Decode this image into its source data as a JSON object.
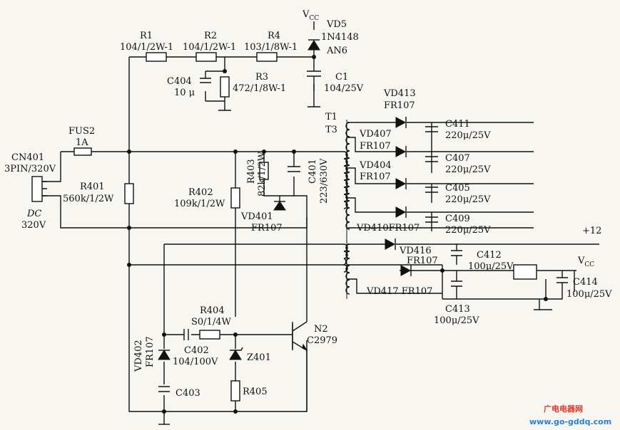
{
  "labels": {
    "vcc_top": "V",
    "vcc_sub": "CC",
    "vd5": "VD5",
    "in4148": "1N4148",
    "an6": "AN6",
    "r1": "R1",
    "r1_val": "104/1/2W-1",
    "r2": "R2",
    "r2_val": "104/1/2W-1",
    "r4": "R4",
    "r4_val": "103/1/8W-1",
    "c404": "C404",
    "c404_val": "10 μ",
    "r3": "R3",
    "r3_val": "472/1/8W-1",
    "c1": "C1",
    "c1_val": "104/25V",
    "fus2": "FUS2",
    "fus2_val": "1A",
    "cn401": "CN401",
    "cn401_val": "3PIN/320V",
    "dc": "DC",
    "dc_val": "320V",
    "r401": "R401",
    "r401_val": "560k/1/2W",
    "r402": "R402",
    "r402_val": "109k/1/2W",
    "r403": "R403",
    "r403_val": "82k/1/2W",
    "c401": "C401",
    "c401_val": "223/630V",
    "vd401": "VD401",
    "vd401_val": "FR107",
    "t1": "T1",
    "t3": "T3",
    "vd413": "VD413",
    "vd413_val": "FR107",
    "c411": "C411",
    "c411_val": "220μ/25V",
    "vd407": "VD407",
    "vd407_val": "FR107",
    "c407": "C407",
    "c407_val": "220μ/25V",
    "vd404": "VD404",
    "vd404_val": "FR107",
    "c405": "C405",
    "c405_val": "220μ/25V",
    "c409": "C409",
    "c409_val": "220μ/25V",
    "vd410": "VD410FR107",
    "plus12": "+12",
    "vd416": "VD416",
    "vd416_val": "FR107",
    "c412": "C412",
    "c412_val": "100μ/25V",
    "vcc_r": "V",
    "vcc_r_sub": "CC",
    "c414": "C414",
    "c414_val": "100μ/25V",
    "vd417": "VD417 FR107",
    "c413": "C413",
    "c413_val": "100μ/25V",
    "r404": "R404",
    "r404_val": "S0/1/4W",
    "c402": "C402",
    "c402_val": "104/100V",
    "z401": "Z401",
    "vd402": "VD402",
    "vd402_val": "FR107",
    "n2": "N2",
    "n2_val": "C2979",
    "c403": "C403",
    "r405": "R405"
  },
  "watermark": {
    "line1": "广电电器网",
    "line2": "www.go-gddq.com"
  },
  "colors": {
    "ink": "#111111",
    "paper": "#f7f6f1",
    "wm1": "#e0352b",
    "wm2": "#2a7fd4"
  }
}
